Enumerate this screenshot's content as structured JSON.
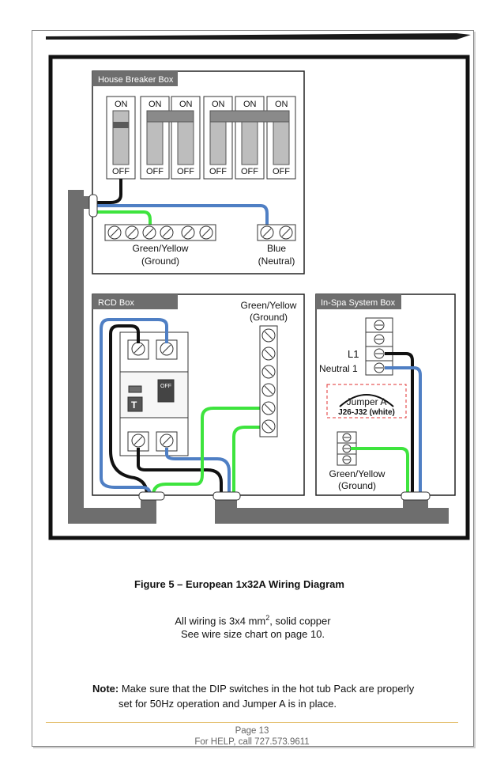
{
  "diagram": {
    "breaker_box": {
      "title": "House Breaker Box",
      "switch_on": "ON",
      "switch_off": "OFF",
      "ground_label_1": "Green/Yellow",
      "ground_label_2": "(Ground)",
      "neutral_label_1": "Blue",
      "neutral_label_2": "(Neutral)"
    },
    "rcd_box": {
      "title": "RCD Box",
      "ground_label_1": "Green/Yellow",
      "ground_label_2": "(Ground)",
      "test_button": "T",
      "off_label": "OFF"
    },
    "spa_box": {
      "title": "In-Spa System Box",
      "l1_label": "L1",
      "neutral_label": "Neutral 1",
      "jumper_label": "Jumper A",
      "jumper_range": "J26-J32 (white)",
      "ground_label_1": "Green/Yellow",
      "ground_label_2": "(Ground)"
    },
    "colors": {
      "black_wire": "#111111",
      "blue_wire": "#4f7fc4",
      "green_wire": "#3ee43e",
      "conduit": "#6b6b6b",
      "jumper_border": "#e03030"
    }
  },
  "caption": "Figure 5 – European 1x32A Wiring Diagram",
  "wiring_note": {
    "line1_prefix": "All wiring is 3x4 mm",
    "line1_sup": "2",
    "line1_suffix": ", solid copper",
    "line2": "See wire size chart on page 10."
  },
  "note": {
    "label": "Note:",
    "line1": " Make sure that the DIP switches in the hot tub Pack are properly",
    "line2": "set for 50Hz operation and Jumper A is in place."
  },
  "footer": {
    "page": "Page 13",
    "help": "For HELP, call 727.573.9611"
  }
}
